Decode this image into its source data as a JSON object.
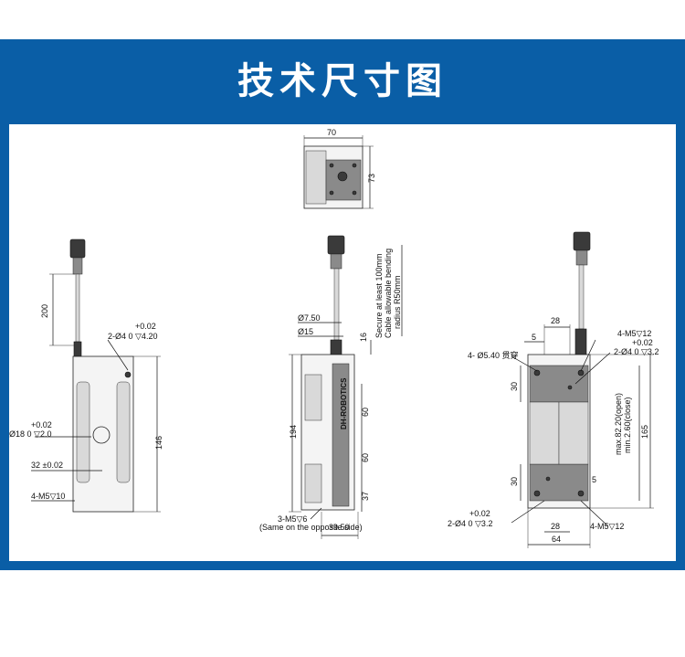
{
  "title": "技术尺寸图",
  "colors": {
    "banner": "#0a5ea6",
    "line": "#111111"
  },
  "top_view": {
    "width": "70",
    "height": "73"
  },
  "left_view": {
    "cable_len": "200",
    "hole_tol": "+0.02",
    "hole_label": "2-Ø4  0  ▽4.20",
    "bore_tol": "+0.02",
    "bore_label": "Ø18  0  ▽2.0",
    "length": "146",
    "offset": "32 ±0.02",
    "screw": "4-M5▽10"
  },
  "mid_view": {
    "note_line1": "Secure at least 100mm",
    "note_line2": "Cable allowable bending",
    "note_line3": "radius R50mm",
    "cable_dia": "Ø7.50",
    "conn_dia": "Ø15",
    "conn_len": "16",
    "length": "194",
    "pitch_a": "60",
    "pitch_b": "60",
    "end": "37",
    "screw": "3-M5▽6",
    "screw_note": "(Same on the opposite side)",
    "width": "39.50",
    "label": "DH-ROBOTICS"
  },
  "right_view": {
    "top_w": "28",
    "top_off": "5",
    "thread_top": "4-M5▽12",
    "thru": "4- Ø5.40 贯穿",
    "hole_tol": "+0.02",
    "hole_label": "2-Ø4  0  ▽3.2",
    "pitch_top": "30",
    "stroke_open": "max.82.20(open)",
    "stroke_close": "min.2.60(close)",
    "height": "165",
    "pitch_bot": "30",
    "side_off": "5",
    "bot_tol": "+0.02",
    "bot_label": "2-Ø4  0  ▽3.2",
    "bot_w": "28",
    "width": "64",
    "thread_bot": "4-M5▽12"
  }
}
